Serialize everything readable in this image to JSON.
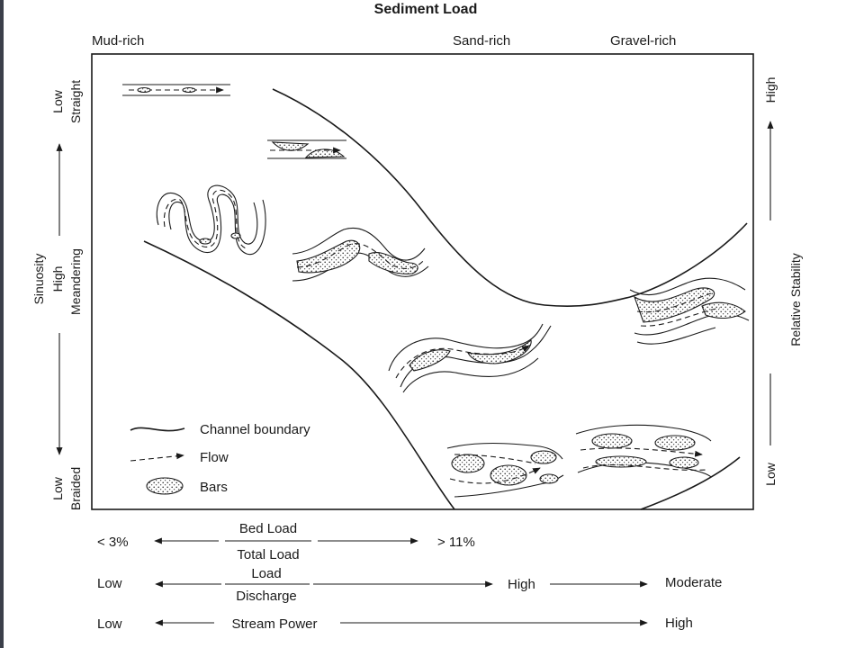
{
  "title": "Sediment Load",
  "top_labels": {
    "mud": "Mud-rich",
    "sand": "Sand-rich",
    "gravel": "Gravel-rich"
  },
  "left_axis": {
    "title": "Sinuosity",
    "low_top": "Low",
    "straight": "Straight",
    "high": "High",
    "meandering": "Meandering",
    "low_bottom": "Low",
    "braided": "Braided"
  },
  "right_axis": {
    "high": "High",
    "title": "Relative Stability",
    "low": "Low"
  },
  "legend": {
    "channel_boundary": "Channel boundary",
    "flow": "Flow",
    "bars": "Bars"
  },
  "bottom_scales": {
    "bedload": {
      "left": "< 3%",
      "numerator": "Bed Load",
      "denominator": "Total Load",
      "right": "> 11%"
    },
    "load_discharge": {
      "left": "Low",
      "numerator": "Load",
      "denominator": "Discharge",
      "middle": "High",
      "right": "Moderate"
    },
    "stream_power": {
      "left": "Low",
      "label": "Stream Power",
      "right": "High"
    }
  },
  "colors": {
    "ink": "#1a1a1a",
    "paper": "#ffffff",
    "edge_bar": "#3b3f4a"
  }
}
